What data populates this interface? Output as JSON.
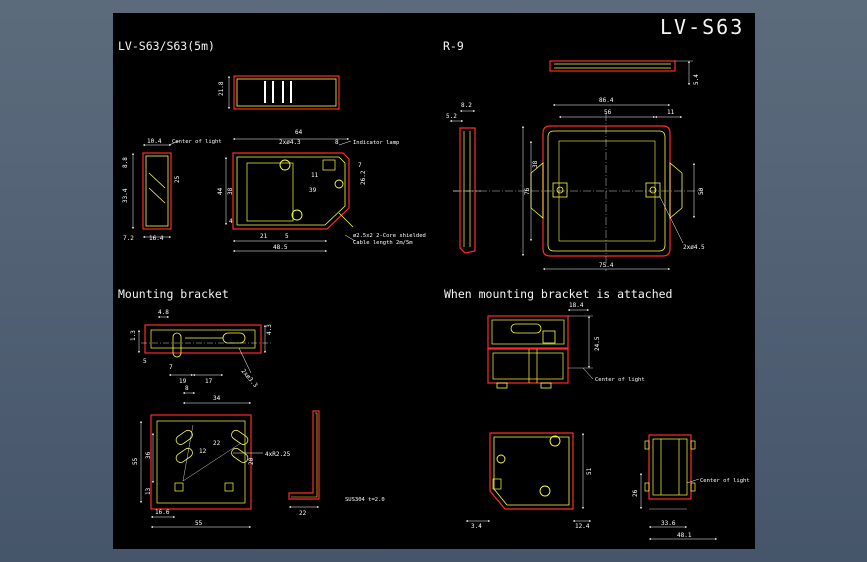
{
  "drawing": {
    "model": "LV-S63",
    "sections": {
      "sensor": "LV-S63/S63(5m)",
      "reflector": "R-9",
      "bracket": "Mounting bracket",
      "attached": "When mounting bracket is attached"
    },
    "sensor_dims": [
      "10.4",
      "Center of light",
      "8.8",
      "33.4",
      "25",
      "7.2",
      "16.4",
      "21.8",
      "64",
      "2xø4.3",
      "8",
      "Indicator lamp",
      "38",
      "44",
      "11",
      "39",
      "7",
      "26.2",
      "4",
      "21",
      "5",
      "48.5",
      "ø2.5x2 2-Core shielded",
      "Cable length 2m/5m"
    ],
    "reflector_dims": [
      "5.2",
      "8.2",
      "5.4",
      "86.4",
      "56",
      "11",
      "38",
      "76",
      "50",
      "2xø4.5",
      "75.4"
    ],
    "bracket_dims": [
      "4.8",
      "1.3",
      "5",
      "4.3",
      "7",
      "19",
      "17",
      "2xø3.3",
      "8",
      "34",
      "55",
      "36",
      "12",
      "22",
      "20",
      "13",
      "4xR2.25",
      "16.6",
      "55",
      "22",
      "SUS304 t=2.0"
    ],
    "attached_dims": [
      "18.4",
      "24.5",
      "Center of light",
      "51",
      "3.4",
      "12.4",
      "26",
      "33.6",
      "48.1",
      "Center of light"
    ],
    "colors": {
      "background": "#4b5a6b",
      "canvas": "#000000",
      "outline": "#ff2a2a",
      "detail": "#ffff40",
      "dimension": "#ffffff"
    }
  }
}
